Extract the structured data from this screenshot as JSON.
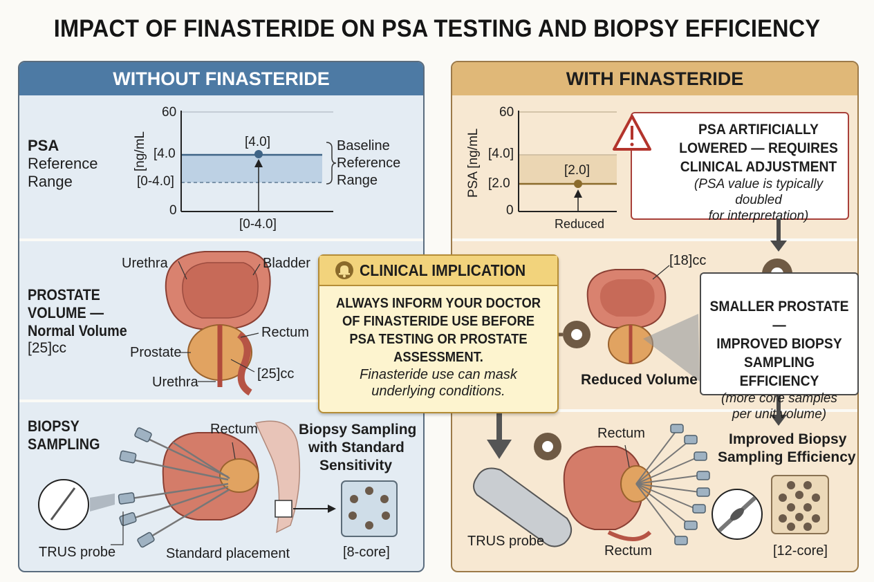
{
  "title": "IMPACT OF FINASTERIDE ON PSA TESTING AND BIOPSY EFFICIENCY",
  "left": {
    "header": "WITHOUT FINASTERIDE",
    "psa": {
      "label_bold": "PSA",
      "label_rest_1": "Reference",
      "label_rest_2": "Range",
      "axis_unit": "[ng/mL",
      "ticks": [
        "60",
        "[4.0",
        "[0-4.0]",
        "0"
      ],
      "point_label": "[4.0]",
      "x_label": "[0-4.0]",
      "brace_1": "Baseline",
      "brace_2": "Reference",
      "brace_3": "Range"
    },
    "volume": {
      "title_1": "PROSTATE",
      "title_2": "VOLUME —",
      "title_3": "Normal Volume",
      "value": "[25]cc",
      "labels": {
        "urethra_top": "Urethra",
        "bladder": "Bladder",
        "rectum": "Rectum",
        "prostate": "Prostate",
        "cc": "[25]cc",
        "urethra_bottom": "Urethra"
      }
    },
    "biopsy": {
      "title_1": "BIOPSY",
      "title_2": "SAMPLING",
      "rectum": "Rectum",
      "caption_1": "Biopsy Sampling",
      "caption_2": "with Standard",
      "caption_3": "Sensitivity",
      "probe": "TRUS probe",
      "placement": "Standard placement",
      "cores": "[8-core]"
    }
  },
  "right": {
    "header": "WITH FINASTERIDE",
    "psa": {
      "axis_unit": "PSA [ng/mL",
      "ticks": [
        "60",
        "[4.0]",
        "[2.0",
        "0"
      ],
      "point_label": "[2.0]",
      "x_label": "Reduced"
    },
    "warning": {
      "line_1": "PSA ARTIFICIALLY",
      "line_2": "LOWERED — REQUIRES",
      "line_3": "CLINICAL ADJUSTMENT",
      "note_1": "(PSA value is typically doubled",
      "note_2": "for interpretation)"
    },
    "volume": {
      "cc": "[18]cc",
      "caption": "Reduced Volume"
    },
    "efficiency": {
      "line_1": "SMALLER PROSTATE —",
      "line_2": "IMPROVED BIOPSY",
      "line_3": "SAMPLING EFFICIENCY",
      "note_1": "(more core samples",
      "note_2": "per unit volume)"
    },
    "biopsy": {
      "rectum_top": "Rectum",
      "caption_1": "Improved Biopsy",
      "caption_2": "Sampling Efficiency",
      "probe": "TRUS probe",
      "rectum_bottom": "Rectum",
      "cores": "[12-core]"
    }
  },
  "implication": {
    "heading": "CLINICAL IMPLICATION",
    "line_1": "ALWAYS INFORM YOUR DOCTOR",
    "line_2": "OF FINASTERIDE USE BEFORE",
    "line_3": "PSA TESTING OR PROSTATE",
    "line_4": "ASSESSMENT.",
    "note_1": "Finasteride use can mask",
    "note_2": "underlying conditions."
  }
}
